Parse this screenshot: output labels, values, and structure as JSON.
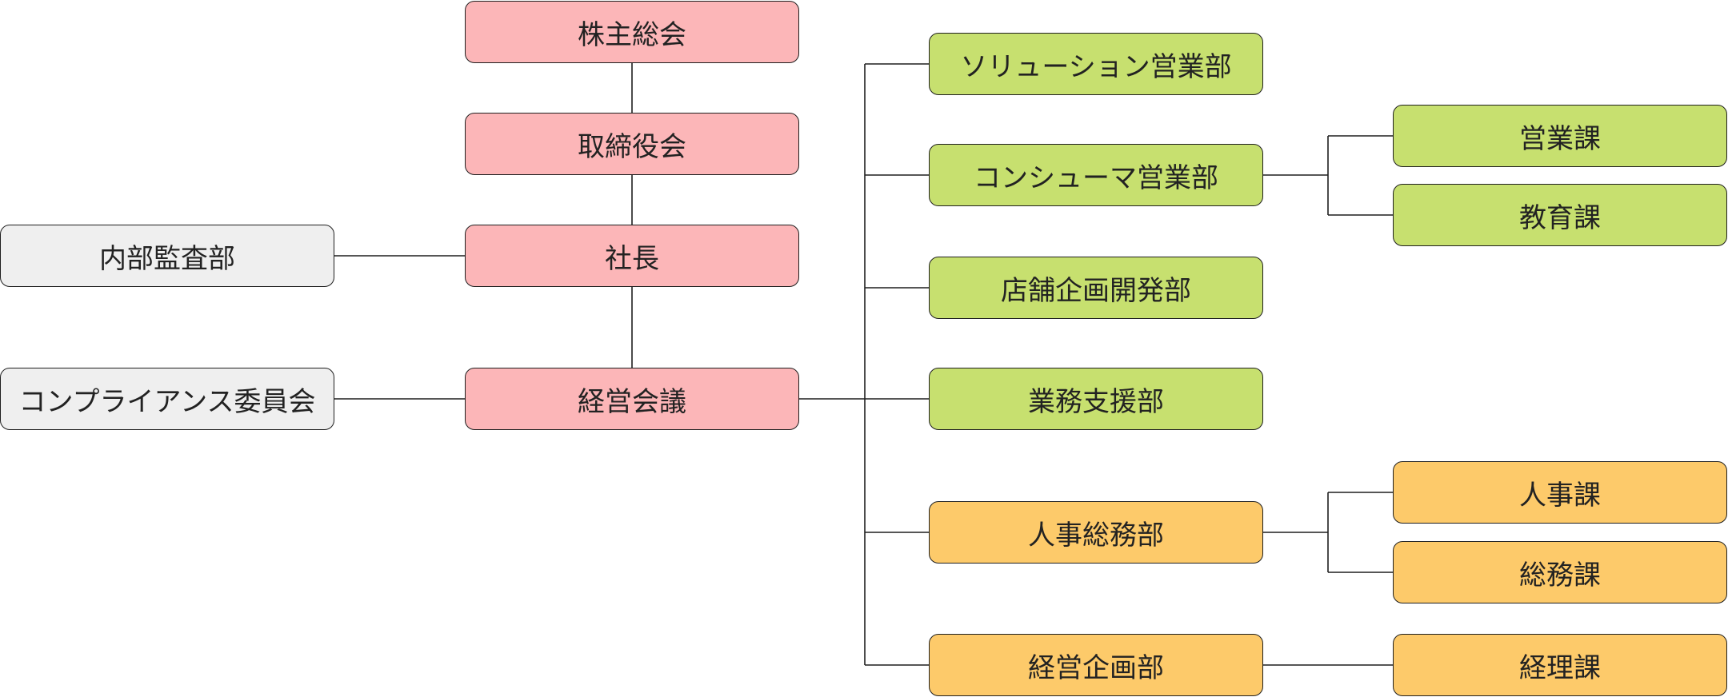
{
  "colors": {
    "executive": "#fcb6b8",
    "independent": "#efefef",
    "sales": "#c7e06f",
    "admin": "#fdca6a",
    "line": "#1f1f1f"
  },
  "nodes": {
    "shareholders": {
      "label": "株主総会",
      "color": "executive"
    },
    "board": {
      "label": "取締役会",
      "color": "executive"
    },
    "president": {
      "label": "社長",
      "color": "executive"
    },
    "management_meeting": {
      "label": "経営会議",
      "color": "executive"
    },
    "internal_audit": {
      "label": "内部監査部",
      "color": "independent"
    },
    "compliance_committee": {
      "label": "コンプライアンス委員会",
      "color": "independent"
    },
    "solution_sales": {
      "label": "ソリューション営業部",
      "color": "sales"
    },
    "consumer_sales": {
      "label": "コンシューマ営業部",
      "color": "sales"
    },
    "store_planning": {
      "label": "店舗企画開発部",
      "color": "sales"
    },
    "business_support": {
      "label": "業務支援部",
      "color": "sales"
    },
    "hr_general_affairs": {
      "label": "人事総務部",
      "color": "admin"
    },
    "corporate_planning": {
      "label": "経営企画部",
      "color": "admin"
    },
    "sales_section": {
      "label": "営業課",
      "color": "sales"
    },
    "education_section": {
      "label": "教育課",
      "color": "sales"
    },
    "hr_section": {
      "label": "人事課",
      "color": "admin"
    },
    "general_affairs_section": {
      "label": "総務課",
      "color": "admin"
    },
    "accounting_section": {
      "label": "経理課",
      "color": "admin"
    }
  }
}
